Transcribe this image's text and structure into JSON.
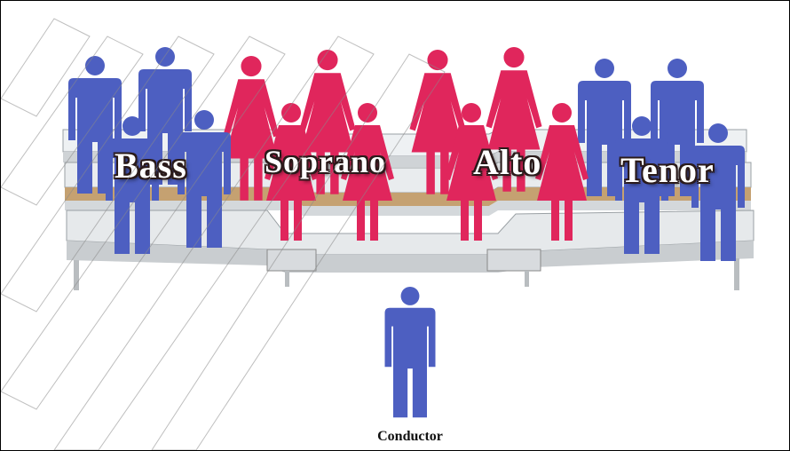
{
  "colors": {
    "male": "#4d5fc1",
    "female": "#e0265c",
    "riser_top": "#e8ecef",
    "riser_front": "#c9cdd0",
    "riser_wood": "#b08a5a",
    "label_outline": "#2a1a1a"
  },
  "icons": {
    "male": "man-icon",
    "female": "woman-icon"
  },
  "sections": [
    {
      "name": "Bass",
      "voice": "male"
    },
    {
      "name": "Soprano",
      "voice": "female"
    },
    {
      "name": "Alto",
      "voice": "female"
    },
    {
      "name": "Tenor",
      "voice": "male"
    }
  ],
  "conductor": {
    "label": "Conductor",
    "voice": "male"
  }
}
